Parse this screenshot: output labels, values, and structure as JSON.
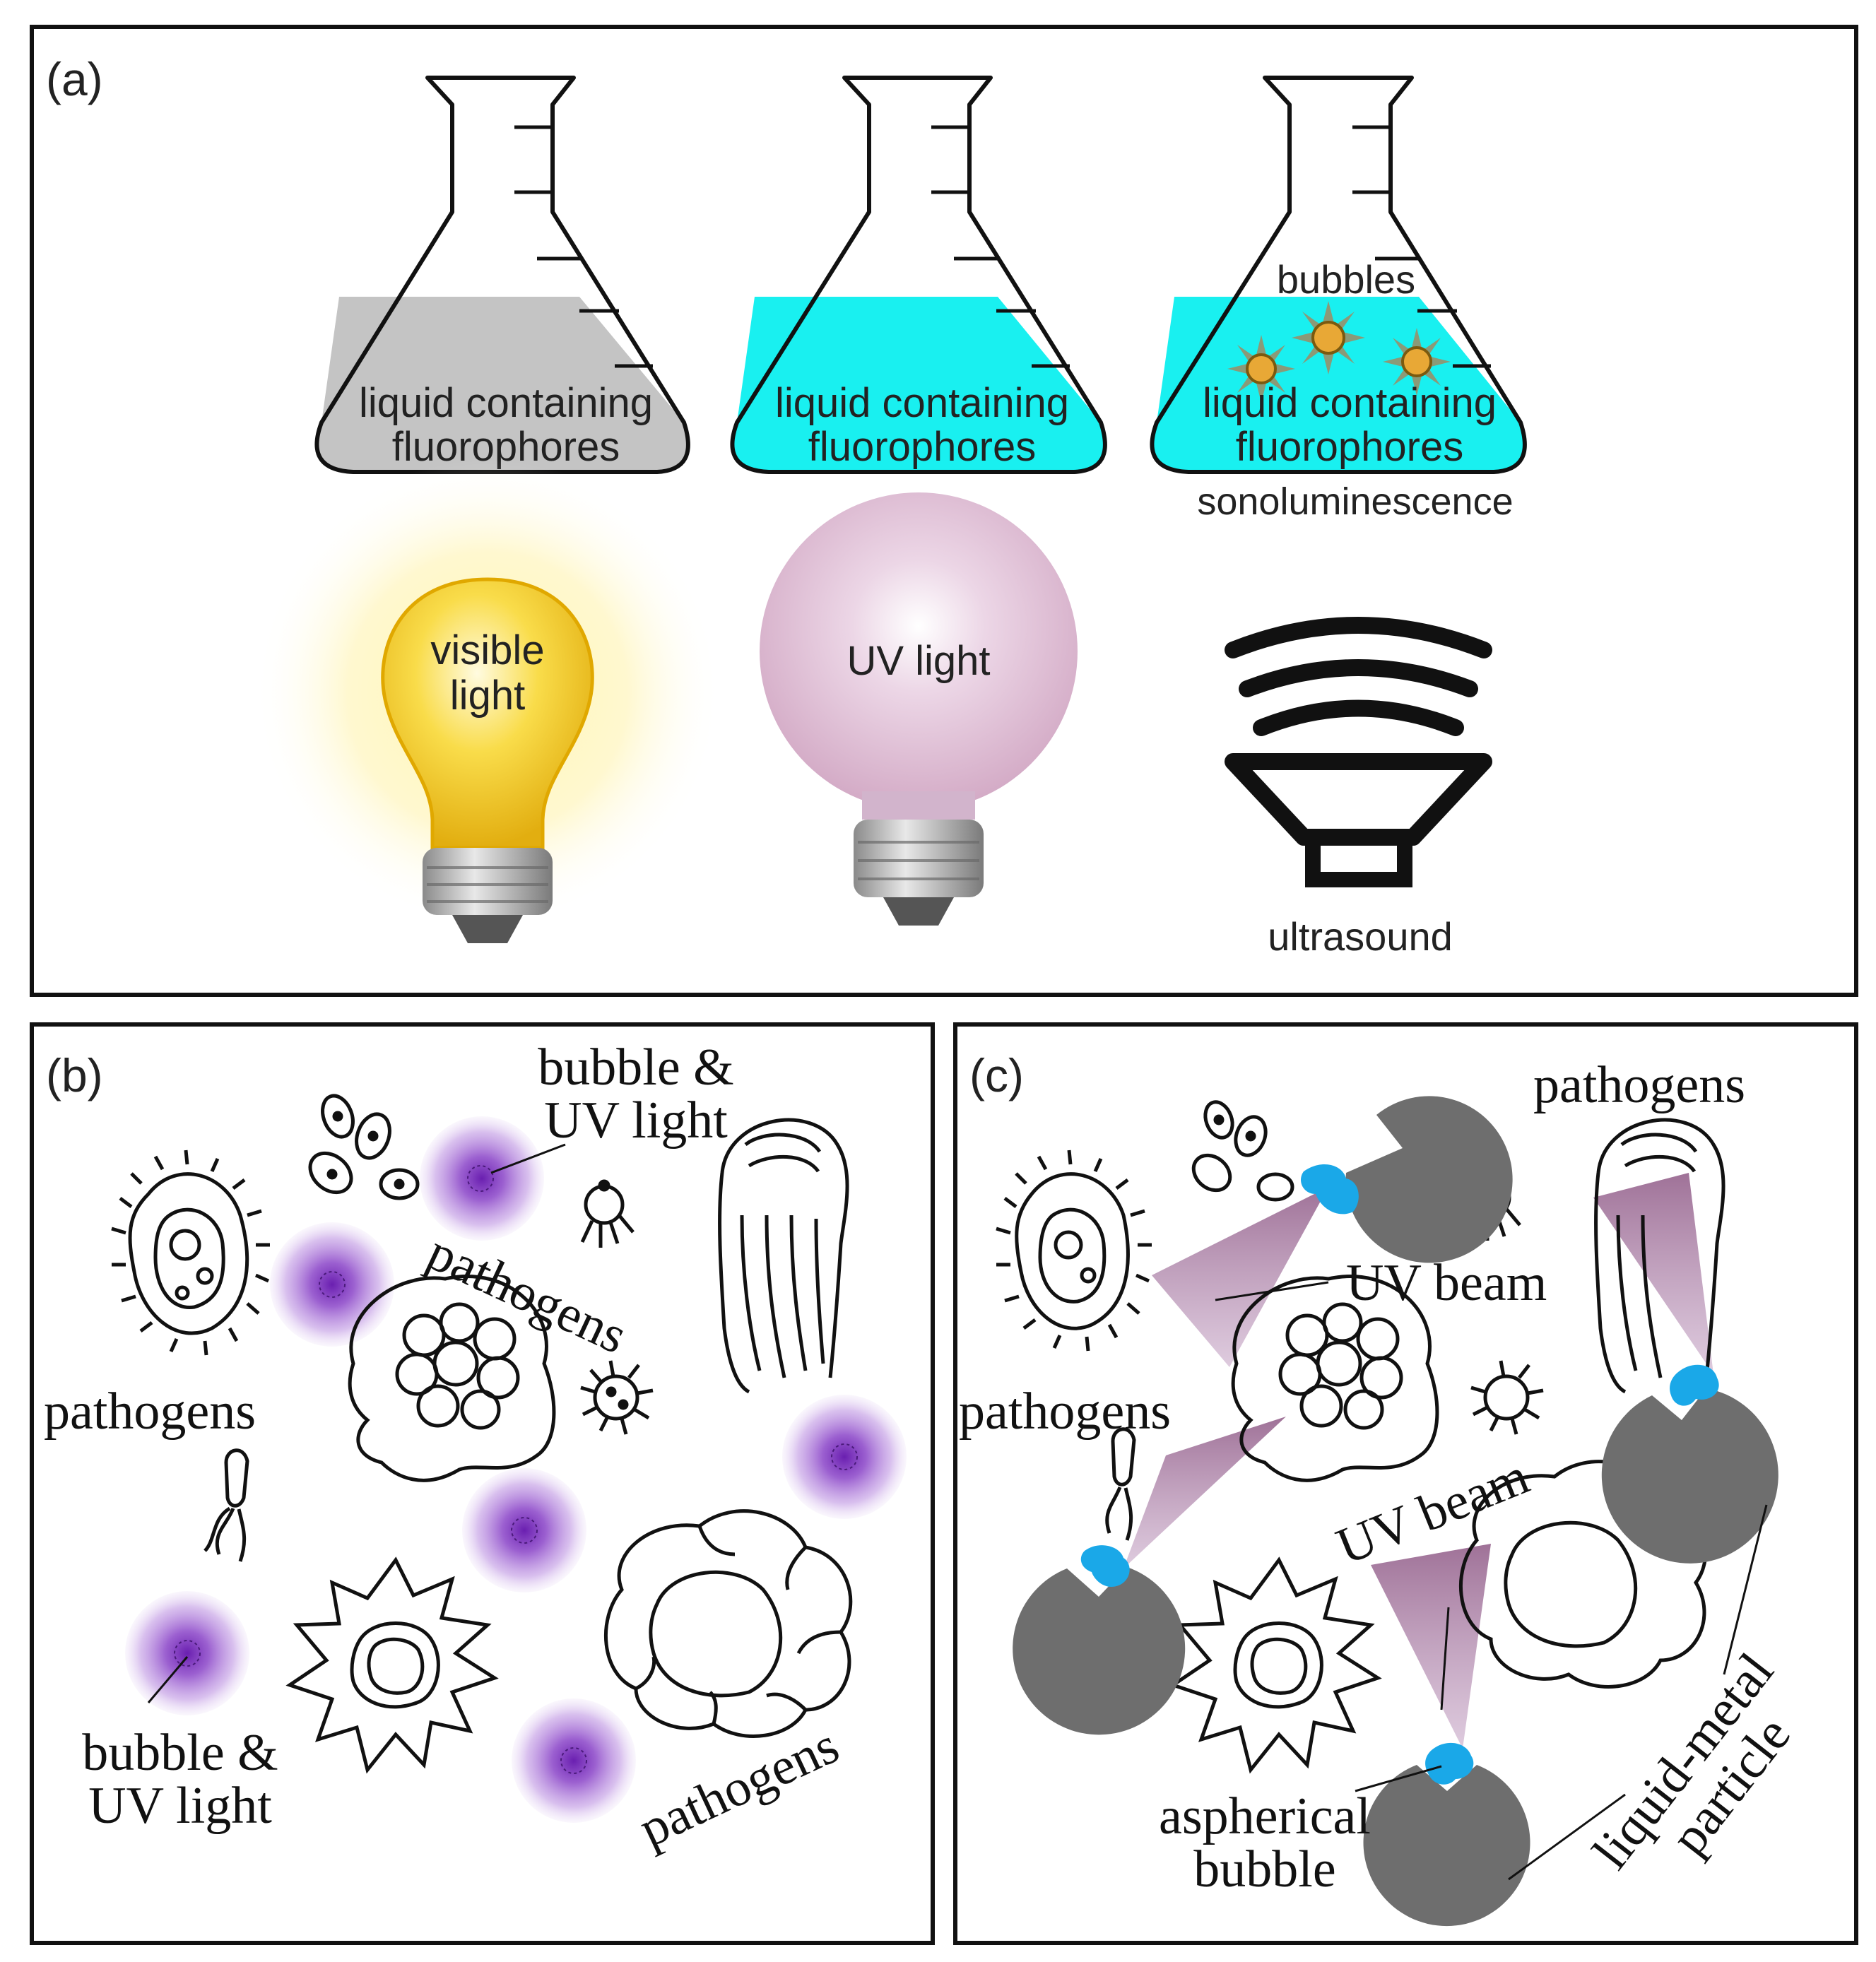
{
  "panels": {
    "a": {
      "label": "(a)",
      "flasks": [
        {
          "line1": "liquid containing",
          "line2": "fluorophores",
          "liquid_color": "#c4c4c4"
        },
        {
          "line1": "liquid containing",
          "line2": "fluorophores",
          "liquid_color": "#19f0f0"
        },
        {
          "line1": "liquid containing",
          "line2": "fluorophores",
          "liquid_color": "#19f0f0"
        }
      ],
      "bubbles_label": "bubbles",
      "sonoluminescence_label": "sonoluminescence",
      "visible_bulb": {
        "line1": "visible",
        "line2": "light",
        "color": "#f4c81a"
      },
      "uv_bulb": {
        "label": "UV light",
        "color": "#d6aec8"
      },
      "ultrasound_label": "ultrasound"
    },
    "b": {
      "label": "(b)",
      "bubble_uv_top": {
        "line1": "bubble &",
        "line2": "UV light"
      },
      "pathogens_left": "pathogens",
      "pathogens_center": "pathogens",
      "pathogens_bottom": "pathogens",
      "bubble_uv_bottom": {
        "line1": "bubble &",
        "line2": "UV light"
      },
      "glow_color": "#7a2bbf"
    },
    "c": {
      "label": "(c)",
      "pathogens_top": "pathogens",
      "pathogens_left": "pathogens",
      "uv_beam_top": "UV beam",
      "uv_beam_mid": "UV beam",
      "aspherical": {
        "line1": "aspherical",
        "line2": "bubble"
      },
      "liquid_metal": {
        "line1": "liquid-metal",
        "line2": "particle"
      },
      "particle_color": "#6e6e6e",
      "bubble_color": "#1aa8e8",
      "beam_color": "#9a6a92"
    }
  }
}
